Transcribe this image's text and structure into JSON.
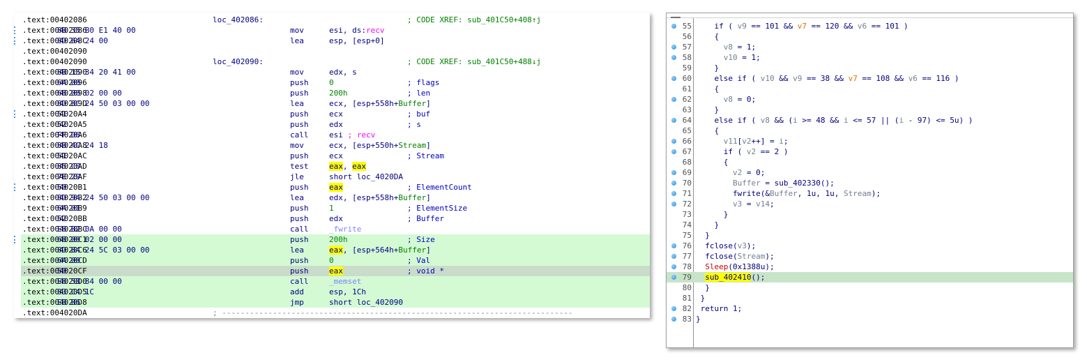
{
  "asm": {
    "rows": [
      {
        "addr": ".text:00402086",
        "bytes": "",
        "label": "loc_402086:",
        "mnem": "",
        "ops": "",
        "cmt": "; CODE XREF: sub_401C50+408↑j"
      },
      {
        "addr": ".text:00402086",
        "bytes": "8B 35 B0 E1 40 00",
        "label": "",
        "mnem": "mov",
        "ops": "esi, ds:",
        "ops_imp": "recv",
        "cmt": ""
      },
      {
        "addr": ".text:0040208C",
        "bytes": "8D 64 24 00",
        "label": "",
        "mnem": "lea",
        "ops": "esp, [esp+0]",
        "cmt": ""
      },
      {
        "addr": ".text:00402090",
        "bytes": "",
        "label": "",
        "mnem": "",
        "ops": "",
        "cmt": ""
      },
      {
        "addr": ".text:00402090",
        "bytes": "",
        "label": "loc_402090:",
        "mnem": "",
        "ops": "",
        "cmt": "; CODE XREF: sub_401C50+488↓j"
      },
      {
        "addr": ".text:00402090",
        "bytes": "8B 15 34 20 41 00",
        "label": "",
        "mnem": "mov",
        "ops": "edx, s",
        "cmt": ""
      },
      {
        "addr": ".text:00402096",
        "bytes": "6A 00",
        "label": "",
        "mnem": "push",
        "ops_num": "0",
        "cmt": "; flags"
      },
      {
        "addr": ".text:00402098",
        "bytes": "68 00 02 00 00",
        "label": "",
        "mnem": "push",
        "ops_num": "200h",
        "cmt": "; len"
      },
      {
        "addr": ".text:0040209D",
        "bytes": "8D 8C 24 50 03 00 00",
        "label": "",
        "mnem": "lea",
        "ops": "ecx, [esp+558h+Buffer]",
        "cmt": ""
      },
      {
        "addr": ".text:004020A4",
        "bytes": "51",
        "label": "",
        "mnem": "push",
        "ops": "ecx",
        "cmt": "; buf"
      },
      {
        "addr": ".text:004020A5",
        "bytes": "52",
        "label": "",
        "mnem": "push",
        "ops": "edx",
        "cmt": "; s"
      },
      {
        "addr": ".text:004020A6",
        "bytes": "FF D6",
        "label": "",
        "mnem": "call",
        "ops": "esi ",
        "ops_imp": "; recv",
        "cmt": ""
      },
      {
        "addr": ".text:004020A8",
        "bytes": "8B 4C 24 18",
        "label": "",
        "mnem": "mov",
        "ops": "ecx, [esp+550h+Stream]",
        "cmt": ""
      },
      {
        "addr": ".text:004020AC",
        "bytes": "51",
        "label": "",
        "mnem": "push",
        "ops": "ecx",
        "cmt": "; Stream"
      },
      {
        "addr": ".text:004020AD",
        "bytes": "85 C0",
        "label": "",
        "mnem": "test",
        "ops": "eax, eax",
        "cmt": ""
      },
      {
        "addr": ".text:004020AF",
        "bytes": "7E 29",
        "label": "",
        "mnem": "jle",
        "ops": "short loc_4020DA",
        "cmt": ""
      },
      {
        "addr": ".text:004020B1",
        "bytes": "50",
        "label": "",
        "mnem": "push",
        "ops": "eax",
        "cmt": "; ElementCount"
      },
      {
        "addr": ".text:004020B2",
        "bytes": "8D 94 24 50 03 00 00",
        "label": "",
        "mnem": "lea",
        "ops": "edx, [esp+558h+Buffer]",
        "cmt": ""
      },
      {
        "addr": ".text:004020B9",
        "bytes": "6A 01",
        "label": "",
        "mnem": "push",
        "ops_num": "1",
        "cmt": "; ElementSize"
      },
      {
        "addr": ".text:004020BB",
        "bytes": "52",
        "label": "",
        "mnem": "push",
        "ops": "edx",
        "cmt": "; Buffer"
      },
      {
        "addr": ".text:004020BC",
        "bytes": "E8 B2 0A 00 00",
        "label": "",
        "mnem": "call",
        "ops_fn": "_fwrite",
        "cmt": ""
      },
      {
        "addr": ".text:004020C1",
        "bytes": "68 00 02 00 00",
        "label": "",
        "mnem": "push",
        "ops_num": "200h",
        "cmt": "; Size"
      },
      {
        "addr": ".text:004020C6",
        "bytes": "8D 84 24 5C 03 00 00",
        "label": "",
        "mnem": "lea",
        "ops": "eax, [esp+564h+Buffer]",
        "cmt": ""
      },
      {
        "addr": ".text:004020CD",
        "bytes": "6A 00",
        "label": "",
        "mnem": "push",
        "ops_num": "0",
        "cmt": "; Val"
      },
      {
        "addr": ".text:004020CF",
        "bytes": "50",
        "label": "",
        "mnem": "push",
        "ops": "eax",
        "cmt": "; void *"
      },
      {
        "addr": ".text:004020D0",
        "bytes": "E8 5B 84 00 00",
        "label": "",
        "mnem": "call",
        "ops_fn": "_memset",
        "cmt": ""
      },
      {
        "addr": ".text:004020D5",
        "bytes": "83 C4 1C",
        "label": "",
        "mnem": "add",
        "ops": "esp, 1Ch",
        "cmt": ""
      },
      {
        "addr": ".text:004020D8",
        "bytes": "EB B6",
        "label": "",
        "mnem": "jmp",
        "ops": "short loc_402090",
        "cmt": ""
      },
      {
        "addr": ".text:004020DA",
        "bytes": "",
        "label": "; ----------------------------------------------------------------------------",
        "mnem": "",
        "ops": "",
        "cmt": ""
      }
    ]
  },
  "pseudo": {
    "lines": [
      {
        "n": "55",
        "code": "    if ( v9 == 101 && v7 == 120 && v6 == 101 )"
      },
      {
        "n": "56",
        "code": "    {"
      },
      {
        "n": "57",
        "code": "      v8 = 1;"
      },
      {
        "n": "58",
        "code": "      v10 = 1;"
      },
      {
        "n": "59",
        "code": "    }"
      },
      {
        "n": "60",
        "code": "    else if ( v10 && v9 == 38 && v7 == 108 && v6 == 116 )"
      },
      {
        "n": "61",
        "code": "    {"
      },
      {
        "n": "62",
        "code": "      v8 = 0;"
      },
      {
        "n": "63",
        "code": "    }"
      },
      {
        "n": "64",
        "code": "    else if ( v8 && (i >= 48 && i <= 57 || (i - 97) <= 5u) )"
      },
      {
        "n": "65",
        "code": "    {"
      },
      {
        "n": "66",
        "code": "      v11[v2++] = i;"
      },
      {
        "n": "67",
        "code": "      if ( v2 == 2 )"
      },
      {
        "n": "68",
        "code": "      {"
      },
      {
        "n": "69",
        "code": "        v2 = 0;"
      },
      {
        "n": "70",
        "code": "        Buffer = sub_402330();"
      },
      {
        "n": "71",
        "code": "        fwrite(&Buffer, 1u, 1u, Stream);"
      },
      {
        "n": "72",
        "code": "        v3 = v14;"
      },
      {
        "n": "73",
        "code": "      }"
      },
      {
        "n": "74",
        "code": "    }"
      },
      {
        "n": "75",
        "code": "  }"
      },
      {
        "n": "76",
        "code": "  fclose(v3);"
      },
      {
        "n": "77",
        "code": "  fclose(Stream);"
      },
      {
        "n": "78",
        "code": "  Sleep(0x1388u);"
      },
      {
        "n": "79",
        "code": "  sub_402410();"
      },
      {
        "n": "80",
        "code": "  }"
      },
      {
        "n": "81",
        "code": " }"
      },
      {
        "n": "82",
        "code": " return 1;"
      },
      {
        "n": "83",
        "code": "}"
      }
    ]
  },
  "colors": {
    "selection_green": "#d4fad4",
    "current_line": "#c9dcc9",
    "highlight_yellow": "#ffff00",
    "breakpoint_blue": "#2a8ad8"
  }
}
